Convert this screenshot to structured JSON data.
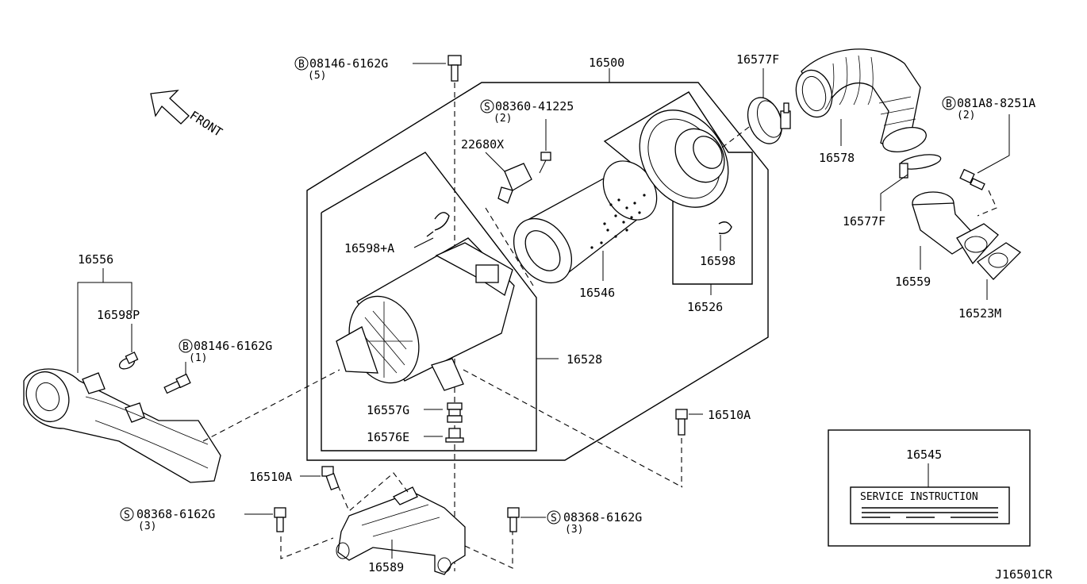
{
  "diagram_id": "J16501CR",
  "front": "FRONT",
  "service_box": {
    "part": "16545",
    "text": "SERVICE INSTRUCTION"
  },
  "parts": {
    "p16500": "16500",
    "p16577F_a": "16577F",
    "p16577F_b": "16577F",
    "p16578": "16578",
    "p081A8_code": "081A8-8251A",
    "p081A8_qty": "(2)",
    "p16559": "16559",
    "p16523M": "16523M",
    "p08146_top_code": "08146-6162G",
    "p08146_top_qty": "(5)",
    "p08360_code": "08360-41225",
    "p08360_qty": "(2)",
    "p22680X": "22680X",
    "p16598A": "16598+A",
    "p16546": "16546",
    "p16598": "16598",
    "p16526": "16526",
    "p16556": "16556",
    "p16598P": "16598P",
    "p08146_mid_code": "08146-6162G",
    "p08146_mid_qty": "(1)",
    "p16528": "16528",
    "p16557G": "16557G",
    "p16576E": "16576E",
    "p16510A_right": "16510A",
    "p16510A_left": "16510A",
    "p08368_left_code": "08368-6162G",
    "p08368_left_qty": "(3)",
    "p08368_right_code": "08368-6162G",
    "p08368_right_qty": "(3)",
    "p16589": "16589"
  },
  "symbols": {
    "bolt_b": "B",
    "screw_s": "S"
  }
}
